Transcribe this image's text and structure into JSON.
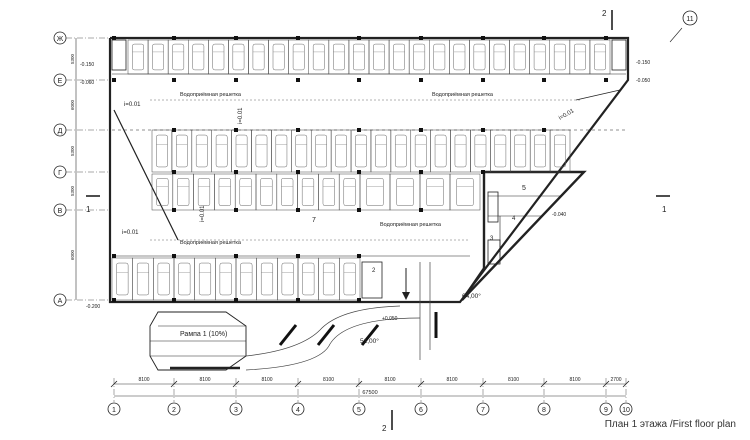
{
  "caption": "План 1 этажа /First floor plan",
  "row_axes": [
    "Ж",
    "Е",
    "Д",
    "Г",
    "В",
    "А"
  ],
  "column_axes": [
    "1",
    "2",
    "3",
    "4",
    "5",
    "6",
    "7",
    "8",
    "9",
    "10",
    "11"
  ],
  "dimensions": {
    "spans": [
      "8100",
      "8100",
      "8100",
      "8100",
      "8100",
      "8100",
      "8100",
      "8100",
      "2700"
    ],
    "overall": "67500",
    "rows": [
      "5300",
      "6000",
      "5300",
      "5300",
      "6000",
      "5300"
    ]
  },
  "section_marks": [
    "2",
    "2",
    "1",
    "1"
  ],
  "labels": {
    "ramp": "Рампа 1 (10%)",
    "room_7": "7",
    "room_5": "5",
    "room_4": "4",
    "room_3": "3",
    "room_2": "2",
    "slope_1": "i=0.01",
    "slope_2": "i=0.01",
    "slope_3": "i=0.01",
    "slope_4": "i=0.01",
    "slope_5": "i=0.01",
    "grate_1": "Водоприёмная решетка",
    "grate_2": "Водоприёмная решетка",
    "grate_3": "Водоприёмная решетка",
    "grate_4": "Водоприёмная решетка",
    "angle_1": "64,00°",
    "angle_2": "51,00°",
    "level_1": "-0.060",
    "level_2": "-0.050",
    "level_3": "-0.150",
    "level_4": "+0.050",
    "level_5": "-0.200",
    "level_6": "-0.150",
    "level_7": "-0.040"
  },
  "colors": {
    "line": "#222222",
    "thin": "#555555",
    "background": "#ffffff"
  }
}
